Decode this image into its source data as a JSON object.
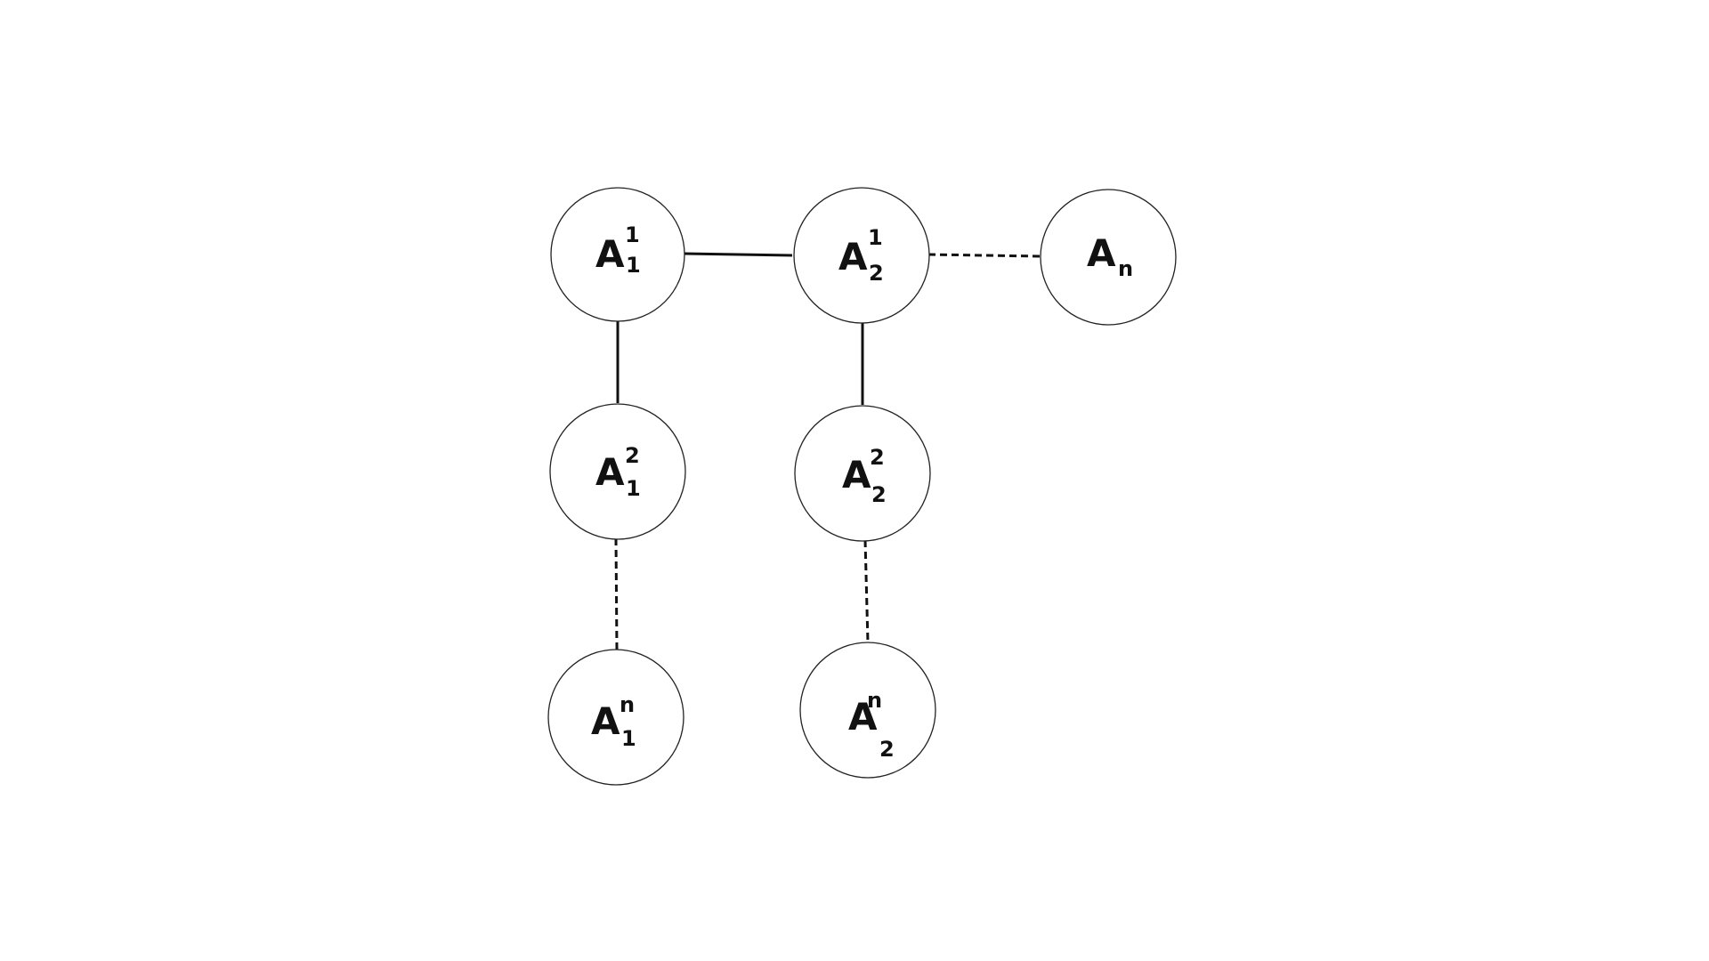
{
  "diagram": {
    "nodes": [
      {
        "id": "a1-1",
        "base": "A",
        "sup": "1",
        "sub": "1"
      },
      {
        "id": "a2-1",
        "base": "A",
        "sup": "1",
        "sub": "2"
      },
      {
        "id": "an",
        "base": "A",
        "sup": "",
        "sub": "n"
      },
      {
        "id": "a1-2",
        "base": "A",
        "sup": "2",
        "sub": "1"
      },
      {
        "id": "a2-2",
        "base": "A",
        "sup": "2",
        "sub": "2"
      },
      {
        "id": "a1-n",
        "base": "A",
        "sup": "n",
        "sub": "1"
      },
      {
        "id": "a2-n",
        "base": "A",
        "sup": "n",
        "sub": "2"
      }
    ],
    "edges": [
      {
        "from": "a1-1",
        "to": "a2-1",
        "style": "solid"
      },
      {
        "from": "a2-1",
        "to": "an",
        "style": "dashed"
      },
      {
        "from": "a1-1",
        "to": "a1-2",
        "style": "solid"
      },
      {
        "from": "a2-1",
        "to": "a2-2",
        "style": "solid"
      },
      {
        "from": "a1-2",
        "to": "a1-n",
        "style": "dashed"
      },
      {
        "from": "a2-2",
        "to": "a2-n",
        "style": "dashed"
      }
    ],
    "colors": {
      "stroke": "#111111",
      "background": "#ffffff"
    }
  }
}
